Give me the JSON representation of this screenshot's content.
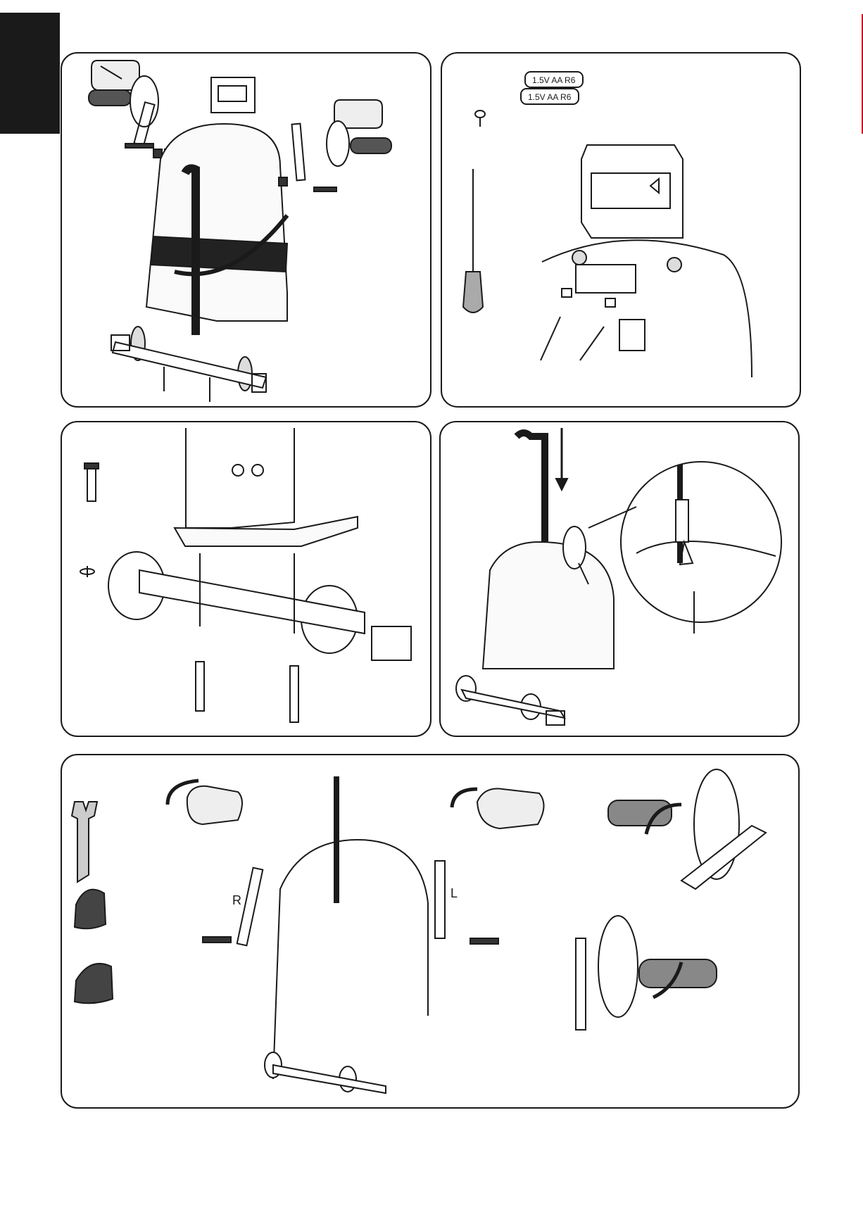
{
  "panels": {
    "assembly_overview": {
      "id": "panel-1"
    },
    "battery_monitor": {
      "battery_1": "1.5V AA R6",
      "battery_2": "1.5V AA R6"
    },
    "base_axle": {
      "id": "panel-3"
    },
    "handle_insert": {
      "id": "panel-4"
    },
    "pedals_arms": {
      "right_label": "R",
      "left_label": "L"
    }
  },
  "icons": [
    "pedal-icon",
    "handle-icon",
    "monitor-icon",
    "battery-icon",
    "screw-icon",
    "screwdriver-icon",
    "bolt-icon",
    "washer-icon",
    "wrench-icon",
    "strap-icon",
    "arrow-icon",
    "wheel-icon"
  ],
  "colors": {
    "ink": "#1a1a1a",
    "accent": "#c8102e",
    "tab": "#1a1a1a"
  }
}
